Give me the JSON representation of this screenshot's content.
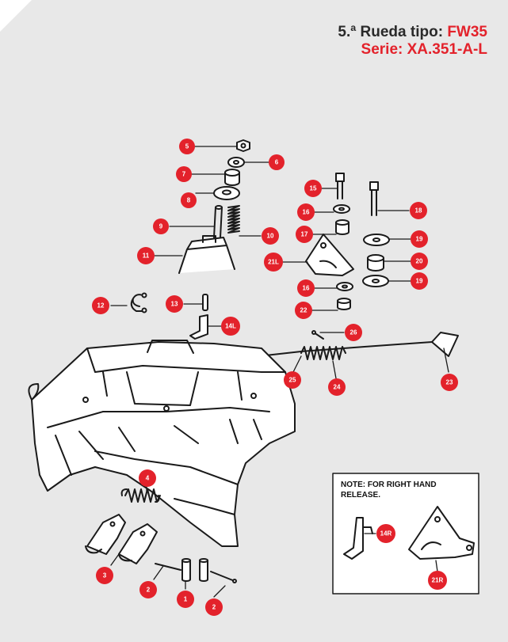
{
  "header": {
    "line1_prefix": "5.ª Rueda tipo: ",
    "line1_model": "FW35",
    "line2": "Serie: XA.351-A-L"
  },
  "note": {
    "line1": "NOTE:  FOR RIGHT HAND",
    "line2": "RELEASE."
  },
  "callouts": {
    "c5": "5",
    "c6": "6",
    "c7": "7",
    "c8": "8",
    "c9": "9",
    "c10": "10",
    "c11": "11",
    "c12": "12",
    "c13": "13",
    "c14L": "14L",
    "c15": "15",
    "c16a": "16",
    "c16b": "16",
    "c17": "17",
    "c18": "18",
    "c19a": "19",
    "c19b": "19",
    "c20": "20",
    "c21L": "21L",
    "c22": "22",
    "c23": "23",
    "c24": "24",
    "c25": "25",
    "c26": "26",
    "c4": "4",
    "c3": "3",
    "c2a": "2",
    "c2b": "2",
    "c1": "1",
    "c14R": "14R",
    "c21R": "21R"
  },
  "colors": {
    "accent_red": "#e3222b",
    "background": "#e8e8e8",
    "dark_text": "#2a2a2a",
    "line": "#1a1a1a"
  }
}
